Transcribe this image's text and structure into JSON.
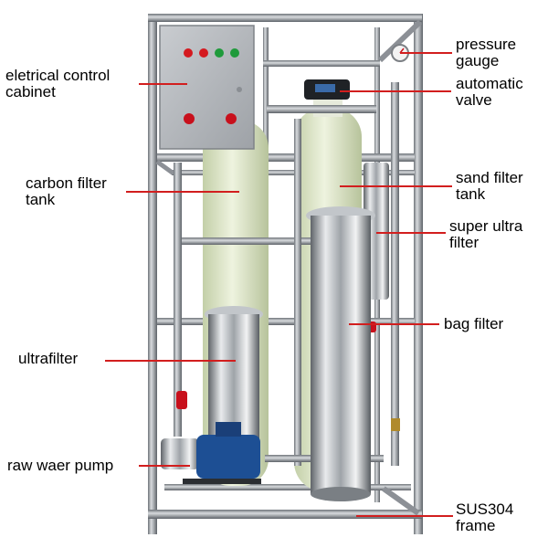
{
  "labels": {
    "control_cabinet": "eletrical control\ncabinet",
    "carbon_tank": "carbon filter\ntank",
    "ultrafilter": "ultrafilter",
    "pump": "raw waer pump",
    "pressure_gauge": "pressure\ngauge",
    "auto_valve": "automatic\nvalve",
    "sand_tank": "sand filter\ntank",
    "super_ultra": "super ultra\nfilter",
    "bag_filter": "bag filter",
    "frame": "SUS304\nframe"
  },
  "colors": {
    "leader_line": "#d21e1e",
    "frame_steel": "#8c9096",
    "frp_tank": "#dfe8cc",
    "cabinet": "#b9bcc0",
    "pump_motor": "#1d4f94",
    "valve_red": "#c8101c"
  }
}
